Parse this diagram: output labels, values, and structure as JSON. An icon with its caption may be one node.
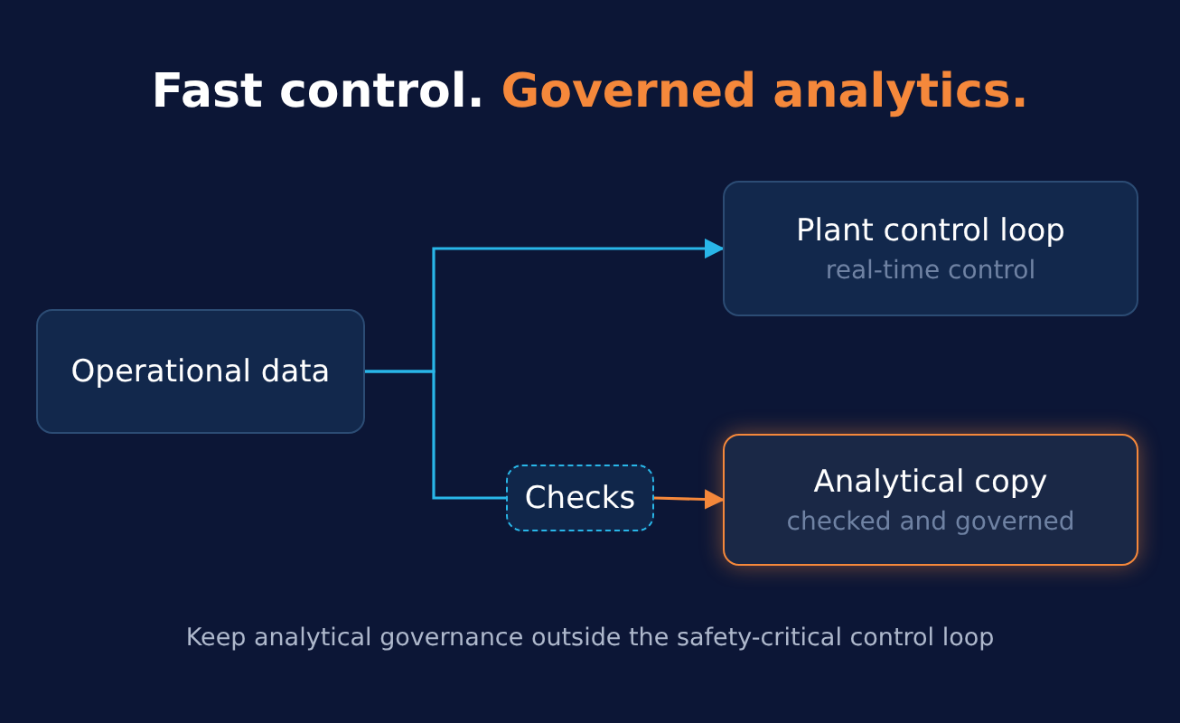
{
  "diagram": {
    "title": "Fast control. **Governed analytics.**",
    "caption": "Keep analytical governance outside the safety-critical control loop",
    "nodes": [
      {
        "text": [
          "Operational data"
        ]
      },
      {
        "text": [
          "Plant control loop",
          "real-time control"
        ]
      },
      {
        "text": [
          "Checks"
        ]
      },
      {
        "text": [
          "Analytical copy",
          "checked and governed"
        ]
      }
    ],
    "edges": [
      {
        "from": 0,
        "to": 1,
        "arrow": "to"
      },
      {
        "from": 0,
        "to": 2,
        "arrow": "none"
      },
      {
        "from": 2,
        "to": 3,
        "arrow": "to",
        "color": "#f5883b"
      }
    ]
  }
}
